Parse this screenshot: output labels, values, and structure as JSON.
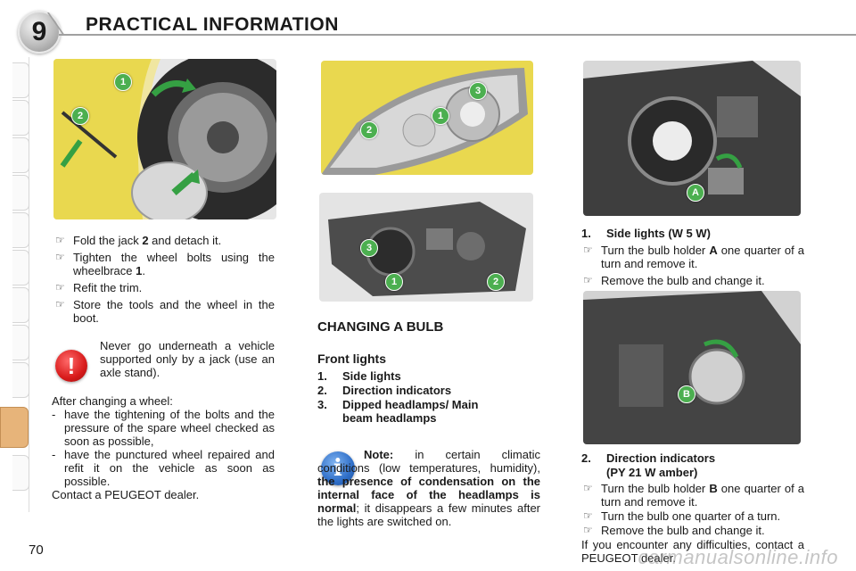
{
  "header": {
    "chapter_number": "9",
    "title": "PRACTICAL INFORMATION"
  },
  "left_column": {
    "steps": [
      {
        "before": "Fold the jack ",
        "strong": "2",
        "after": " and detach it."
      },
      {
        "before": "Tighten the wheel bolts using the wheelbrace ",
        "strong": "1",
        "after": "."
      },
      {
        "before": "Refit the trim.",
        "strong": "",
        "after": ""
      },
      {
        "before": "Store the tools and the wheel in the boot.",
        "strong": "",
        "after": ""
      }
    ],
    "warning_text": "Never go underneath a vehicle supported only by a jack (use an axle stand).",
    "after_title": "After changing a wheel:",
    "after_items": [
      "have the tightening of the bolts and the pressure of the spare wheel checked as soon as possible,",
      "have the punctured wheel repaired and refit it on the vehicle as soon as possible."
    ],
    "contact": "Contact a PEUGEOT dealer."
  },
  "middle_column": {
    "section_title": "CHANGING A BULB",
    "subsection_title": "Front lights",
    "bulb_list": [
      {
        "num": "1.",
        "label": "Side lights"
      },
      {
        "num": "2.",
        "label": "Direction indicators"
      },
      {
        "num": "3.",
        "label": "Dipped headlamps/ Main beam headlamps"
      }
    ],
    "note_label": "Note:",
    "note_text_1": " in certain climatic conditions (low temperatures, humidity), ",
    "note_bold": "the presence of condensation on the internal face of the headlamps is normal",
    "note_text_2": "; it disappears a few minutes after the lights are switched on."
  },
  "right_column": {
    "side_lights_num": "1.",
    "side_lights_title": "Side lights (W 5 W)",
    "side_lights_steps": [
      {
        "before": "Turn the bulb holder ",
        "strong": "A",
        "after": " one quarter of a turn and remove it."
      },
      {
        "before": "Remove the bulb and change it.",
        "strong": "",
        "after": ""
      }
    ],
    "indicators_num": "2.",
    "indicators_title_line1": "Direction indicators",
    "indicators_title_line2": "(PY 21 W amber)",
    "indicators_steps": [
      {
        "before": "Turn the bulb holder ",
        "strong": "B",
        "after": " one quarter of a turn and remove it."
      },
      {
        "before": "Turn the bulb one quarter of a turn.",
        "strong": "",
        "after": ""
      },
      {
        "before": "Remove the bulb and change it.",
        "strong": "",
        "after": ""
      }
    ],
    "closing": "If you encounter any difficulties, contact a PEUGEOT dealer."
  },
  "callouts": {
    "wheel_1": "1",
    "wheel_2": "2",
    "front_1": "1",
    "front_2": "2",
    "front_3": "3",
    "rear_1": "1",
    "rear_2": "2",
    "rear_3": "3",
    "holder_a": "A",
    "holder_b": "B"
  },
  "icons": {
    "bullet": "pointing-hand-icon",
    "warning": "exclamation-icon",
    "info": "info-icon"
  },
  "page_number": "70",
  "watermark": "carmanualsonline.info"
}
